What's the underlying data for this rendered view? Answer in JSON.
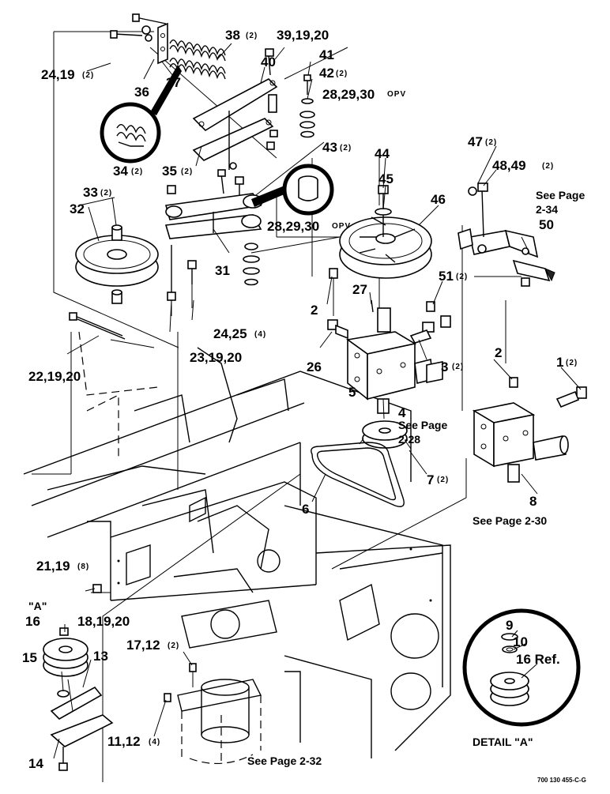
{
  "labels": {
    "l38": "38",
    "l38q": "(2)",
    "l39": "39,19,20",
    "l41": "41",
    "l42": "42",
    "l42q": "(2)",
    "l24a": "24,19",
    "l24aq": "(2)",
    "l40": "40",
    "l36": "36",
    "l37": "37",
    "l28a": "28,29,30",
    "l28aq": "OPV",
    "l34": "34",
    "l34q": "(2)",
    "l35": "35",
    "l35q": "(2)",
    "l43": "43",
    "l43q": "(2)",
    "l44": "44",
    "l45": "45",
    "l46": "46",
    "l47": "47",
    "l47q": "(2)",
    "l48": "48,49",
    "l48q": "(2)",
    "l33": "33",
    "l33q": "(2)",
    "l32": "32",
    "l28b": "28,29,30",
    "l28bq": "OPV",
    "l50": "50",
    "l31": "31",
    "l27": "27",
    "l51": "51",
    "l51q": "(2)",
    "l2a": "2",
    "l24b": "24,25",
    "l24bq": "(4)",
    "l23": "23,19,20",
    "l22": "22,19,20",
    "l26": "26",
    "l3": "3",
    "l3q": "(2)",
    "l2b": "2",
    "l1": "1",
    "l1q": "(2)",
    "l5": "5",
    "l4": "4",
    "l7": "7",
    "l7q": "(2)",
    "l6": "6",
    "l8": "8",
    "l21": "21,19",
    "l21q": "(8)",
    "lA": "\"A\"",
    "l16": "16",
    "l18": "18,19,20",
    "l15": "15",
    "l13": "13",
    "l17": "17,12",
    "l17q": "(2)",
    "l11": "11,12",
    "l11q": "(4)",
    "l14": "14",
    "l9": "9",
    "l10": "10",
    "l16ref": "16 Ref."
  },
  "notes": {
    "see234_a": "See Page",
    "see234_b": "2-34",
    "see228_a": "See Page",
    "see228_b": "2-28",
    "see230": "See Page 2-30",
    "see232": "See Page 2-32",
    "detail": "DETAIL \"A\"",
    "code": "700 130 455-C-G"
  }
}
